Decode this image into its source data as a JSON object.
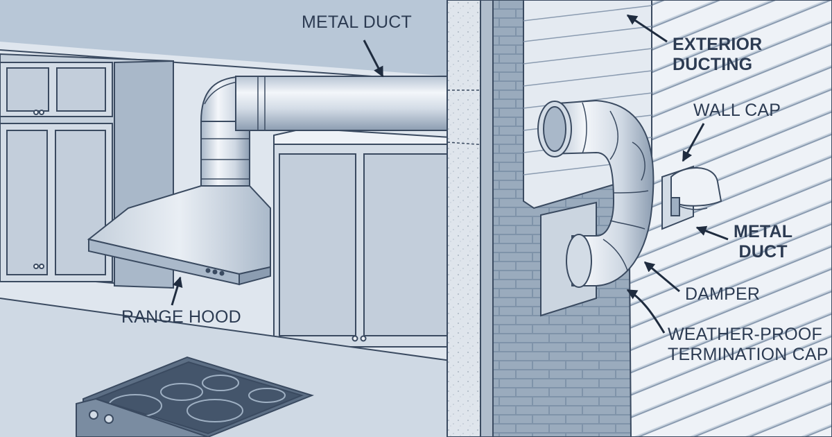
{
  "labels": {
    "metal_duct_top": "METAL DUCT",
    "exterior_ducting": [
      "EXTERIOR",
      "DUCTING"
    ],
    "wall_cap": "WALL CAP",
    "metal_duct_right": [
      "METAL",
      "DUCT"
    ],
    "damper": "DAMPER",
    "weather_proof": [
      "WEATHER-PROOF",
      "TERMINATION CAP"
    ],
    "range_hood": "RANGE HOOD"
  },
  "colors": {
    "ink": "#2c3b52",
    "outline": "#3a4a60",
    "wall": "#dfe6ee",
    "upper_wall": "#aebfd1",
    "cabinet": "#c9d4e0",
    "metal_light": "#eef2f7",
    "metal_dark": "#9fb0c3",
    "brick": "#8fa1b5",
    "siding": "#e9eef4",
    "concrete": "#dde3ea"
  }
}
